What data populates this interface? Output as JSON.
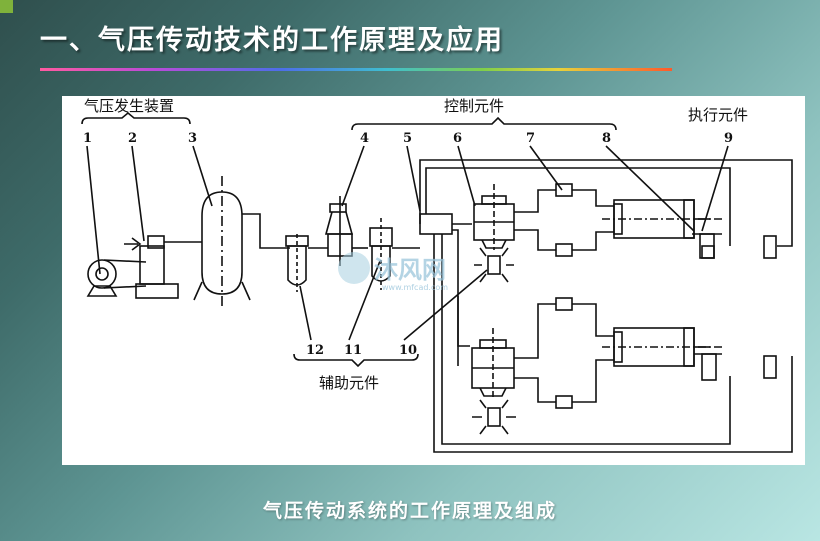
{
  "slide": {
    "title": "一、气压传动技术的工作原理及应用",
    "caption": "气压传动系统的工作原理及组成",
    "accent_color": "#7fb23b"
  },
  "diagram": {
    "group_labels": {
      "generator": "气压发生装置",
      "control": "控制元件",
      "actuator": "执行元件",
      "auxiliary": "辅助元件"
    },
    "component_numbers": [
      "1",
      "2",
      "3",
      "4",
      "5",
      "6",
      "7",
      "8",
      "9",
      "10",
      "11",
      "12"
    ]
  },
  "watermark": {
    "text": "沐风网",
    "subtext": "www.mfcad.com"
  }
}
